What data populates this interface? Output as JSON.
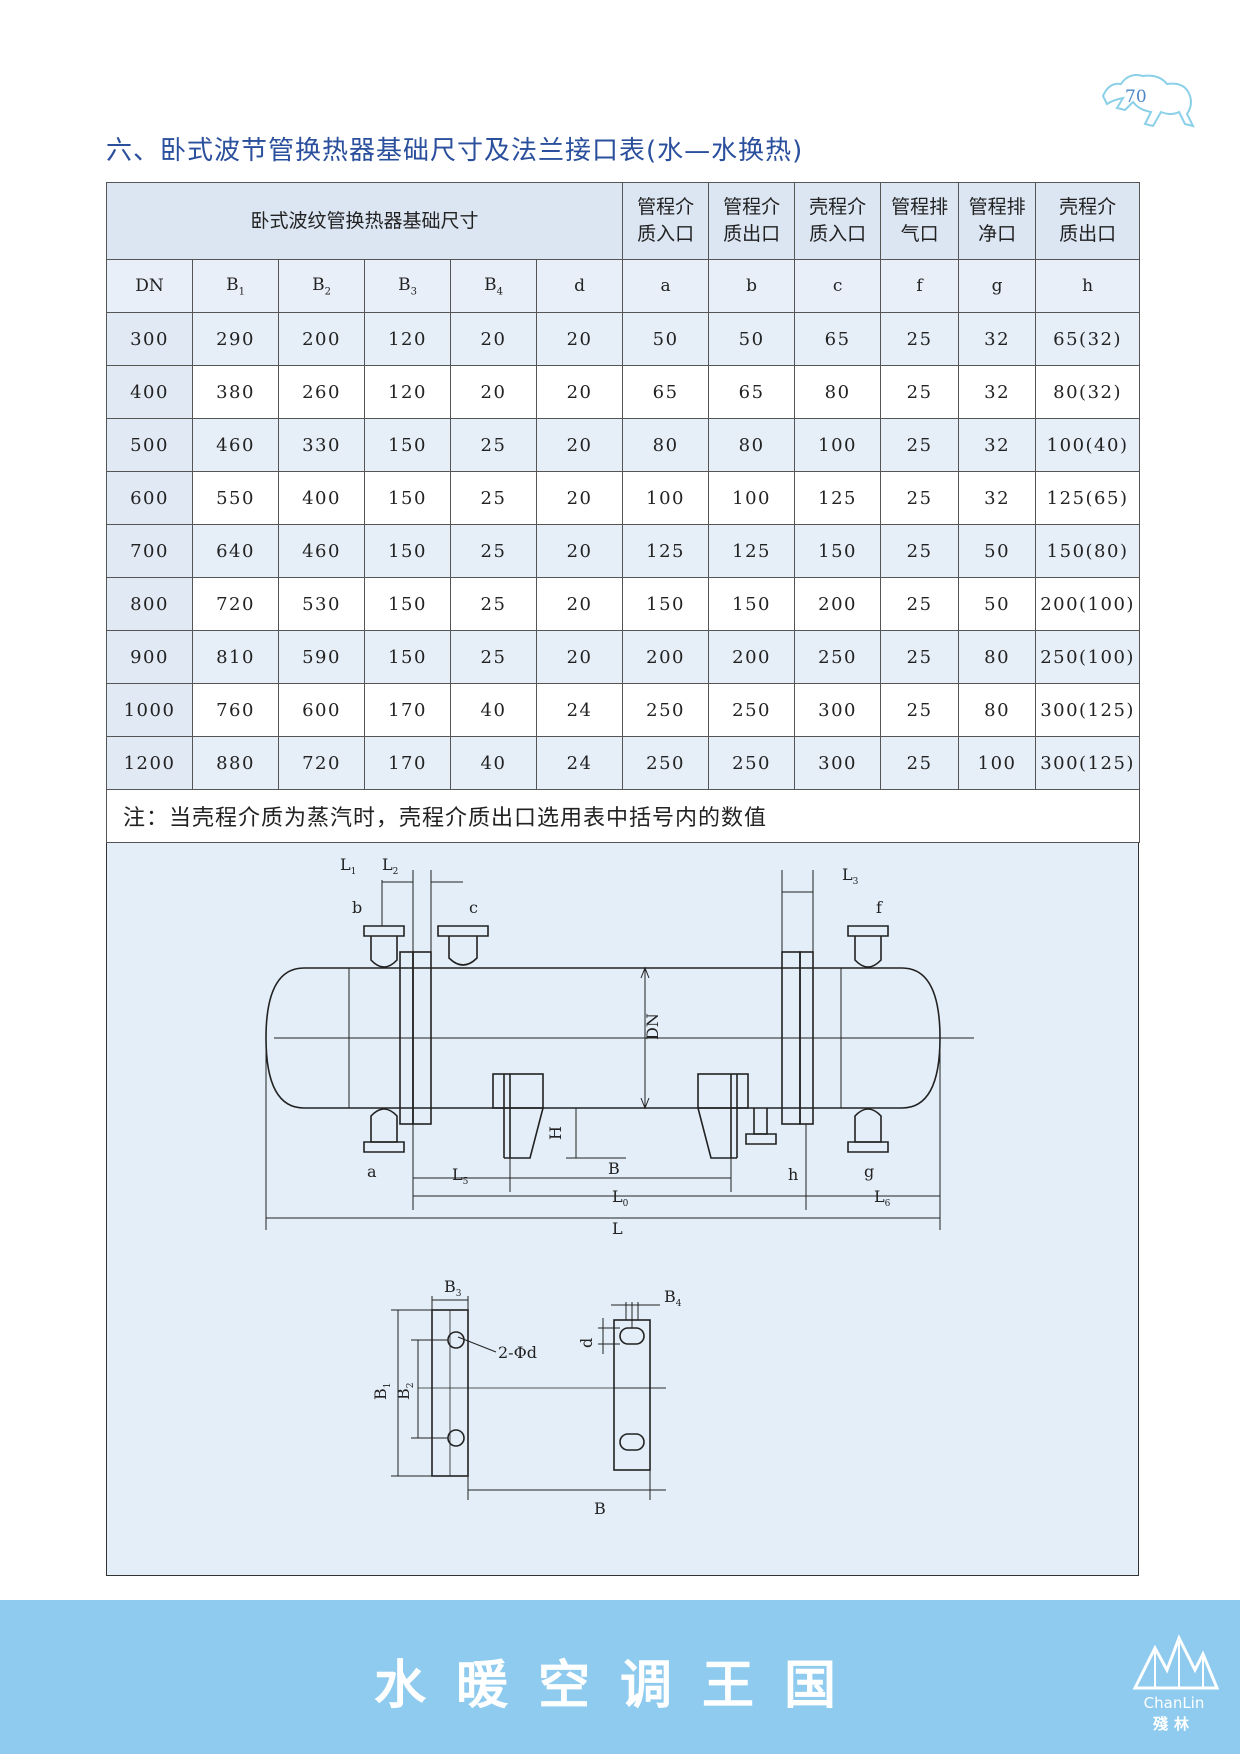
{
  "page_number": "70",
  "title": "六、卧式波节管换热器基础尺寸及法兰接口表(水—水换热)",
  "table": {
    "group_header": "卧式波纹管换热器基础尺寸",
    "port_headers": [
      {
        "line1": "管程介",
        "line2": "质入口"
      },
      {
        "line1": "管程介",
        "line2": "质出口"
      },
      {
        "line1": "壳程介",
        "line2": "质入口"
      },
      {
        "line1": "管程排",
        "line2": "气口"
      },
      {
        "line1": "管程排",
        "line2": "净口"
      },
      {
        "line1": "壳程介",
        "line2": "质出口"
      }
    ],
    "columns": [
      "DN",
      "B",
      "B",
      "B",
      "B",
      "d",
      "a",
      "b",
      "c",
      "f",
      "g",
      "h"
    ],
    "column_subscripts": [
      "",
      "1",
      "2",
      "3",
      "4",
      "",
      "",
      "",
      "",
      "",
      "",
      ""
    ],
    "rows": [
      [
        "300",
        "290",
        "200",
        "120",
        "20",
        "20",
        "50",
        "50",
        "65",
        "25",
        "32",
        "65(32)"
      ],
      [
        "400",
        "380",
        "260",
        "120",
        "20",
        "20",
        "65",
        "65",
        "80",
        "25",
        "32",
        "80(32)"
      ],
      [
        "500",
        "460",
        "330",
        "150",
        "25",
        "20",
        "80",
        "80",
        "100",
        "25",
        "32",
        "100(40)"
      ],
      [
        "600",
        "550",
        "400",
        "150",
        "25",
        "20",
        "100",
        "100",
        "125",
        "25",
        "32",
        "125(65)"
      ],
      [
        "700",
        "640",
        "460",
        "150",
        "25",
        "20",
        "125",
        "125",
        "150",
        "25",
        "50",
        "150(80)"
      ],
      [
        "800",
        "720",
        "530",
        "150",
        "25",
        "20",
        "150",
        "150",
        "200",
        "25",
        "50",
        "200(100)"
      ],
      [
        "900",
        "810",
        "590",
        "150",
        "25",
        "20",
        "200",
        "200",
        "250",
        "25",
        "80",
        "250(100)"
      ],
      [
        "1000",
        "760",
        "600",
        "170",
        "40",
        "24",
        "250",
        "250",
        "300",
        "25",
        "80",
        "300(125)"
      ],
      [
        "1200",
        "880",
        "720",
        "170",
        "40",
        "24",
        "250",
        "250",
        "300",
        "25",
        "100",
        "300(125)"
      ]
    ],
    "note": "注：当壳程介质为蒸汽时，壳程介质出口选用表中括号内的数值"
  },
  "drawing": {
    "labels": {
      "L1": "L",
      "L1_sub": "1",
      "L2": "L",
      "L2_sub": "2",
      "L3": "L",
      "L3_sub": "3",
      "L5": "L",
      "L5_sub": "5",
      "L6": "L",
      "L6_sub": "6",
      "L0": "L",
      "L0_sub": "0",
      "L": "L",
      "B": "B",
      "DN": "DN",
      "H": "H",
      "a": "a",
      "b": "b",
      "c": "c",
      "f": "f",
      "g": "g",
      "h": "h",
      "B1": "B",
      "B1_sub": "1",
      "B2": "B",
      "B2_sub": "2",
      "B3": "B",
      "B3_sub": "3",
      "B4": "B",
      "B4_sub": "4",
      "hole": "2-Φd",
      "d": "d",
      "B_bottom": "B"
    }
  },
  "footer": {
    "slogan": "水暖空调王国",
    "brand_en": "ChanLin",
    "brand_cn": "殘林"
  },
  "colors": {
    "title": "#2a4f9c",
    "table_bg": "#e4eef8",
    "footer_bg": "#8ecbee"
  }
}
